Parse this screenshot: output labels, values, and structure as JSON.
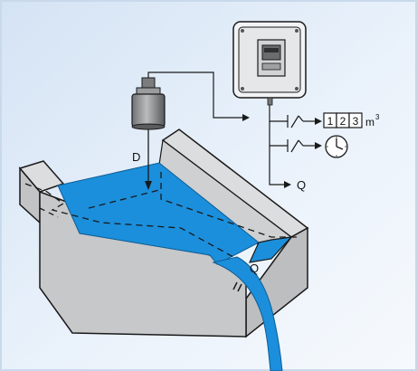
{
  "labels": {
    "distance": "D",
    "flow_outlet": "Q",
    "flow_output": "Q",
    "counter_digits": [
      "1",
      "2",
      "3"
    ],
    "counter_unit": "m",
    "counter_unit_exponent": "3"
  },
  "icons": {
    "sensor": "ultrasonic-sensor-icon",
    "transmitter": "transmitter-housing-icon",
    "relay": "relay-switch-icon",
    "clock": "clock-icon",
    "counter": "totalizer-counter-icon"
  },
  "colors": {
    "background_tint": "#dde9f6",
    "water": "#1b8fdc",
    "concrete": "#c7c8ca",
    "outline": "#1a1a1a"
  }
}
